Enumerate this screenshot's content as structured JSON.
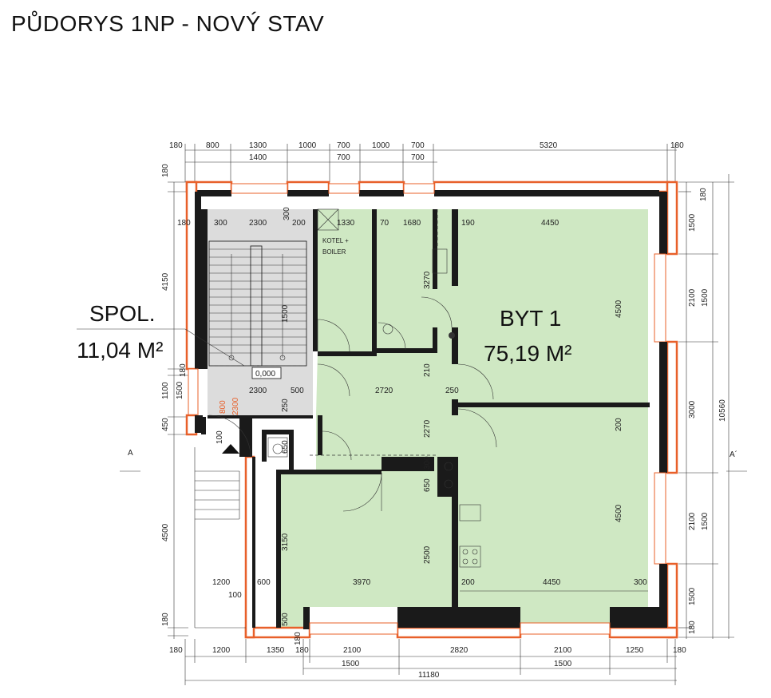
{
  "title": "PŮDORYS 1NP - NOVÝ STAV",
  "rooms": {
    "spol_name": "SPOL.",
    "spol_area": "11,04 M²",
    "byt_name": "BYT 1",
    "byt_area": "75,19 M²",
    "kotel_line1": "KOTEL +",
    "kotel_line2": "BOILER",
    "elevation": "0,000"
  },
  "section_marks": {
    "left": "A",
    "right": "A´"
  },
  "dims_top_row1": [
    "180",
    "800",
    "1300",
    "1000",
    "700",
    "1000",
    "700",
    "5320",
    "180"
  ],
  "dims_top_row2": [
    "1400",
    "700",
    "700"
  ],
  "dims_bottom_row1": [
    "180",
    "1200",
    "1350",
    "180",
    "2100",
    "2820",
    "2100",
    "1250",
    "180"
  ],
  "dims_bottom_row2": [
    "1500",
    "1500"
  ],
  "dims_bottom_total": "11180",
  "dims_left": [
    "180",
    "4150",
    "180",
    "1100",
    "1500",
    "450",
    "4500",
    "180"
  ],
  "dims_right_inner": [
    "180",
    "1500",
    "2100",
    "3000",
    "2100",
    "1500",
    "180"
  ],
  "dims_right_mid": [
    "1500",
    "1500"
  ],
  "dims_right_total": "10560",
  "dims_inside": [
    "300",
    "2300",
    "200",
    "1330",
    "70",
    "1680",
    "190",
    "4450",
    "180",
    "300",
    "3270",
    "1500",
    "2300",
    "500",
    "2720",
    "250",
    "210",
    "2270",
    "250",
    "4500",
    "200",
    "4500",
    "100",
    "800",
    "2300",
    "650",
    "650",
    "300",
    "3150",
    "2500",
    "1200",
    "600",
    "3970",
    "200",
    "4450",
    "300",
    "100",
    "500",
    "180"
  ],
  "colors": {
    "wall_insulation": "#e8602a",
    "byt_fill": "#cfe8c3",
    "spol_fill": "#dcdcdc",
    "wall": "#1a1a1a"
  }
}
